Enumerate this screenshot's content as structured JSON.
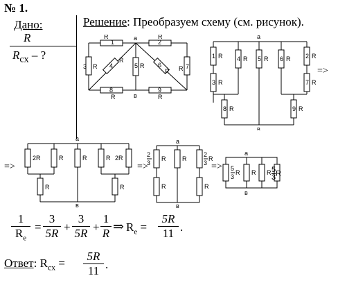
{
  "problem": {
    "number": "№ 1.",
    "given_label": "Дано:",
    "given_value": "R",
    "find_r": "R",
    "find_sub": "сх",
    "find_rest": " – ?"
  },
  "solution": {
    "label": "Решение",
    "text": ": Преобразуем схему (см. рисунок)."
  },
  "diagram": {
    "node_a": "a",
    "node_b": "в",
    "R": "R",
    "two_r": "2R",
    "resistor_numbers": [
      "1",
      "2",
      "3",
      "4",
      "5",
      "6",
      "7",
      "8",
      "9"
    ],
    "arrow": "=>",
    "frac_two": "2",
    "frac_three": "3",
    "frac_five": "5"
  },
  "equation": {
    "lhs_num": "1",
    "lhs_den": "R",
    "lhs_den_sub": "e",
    "t1_num": "3",
    "t1_den": "5R",
    "t2_num": "3",
    "t2_den": "5R",
    "t3_num": "1",
    "t3_den": "R",
    "implies": "⇒",
    "re": "R",
    "re_sub": "e",
    "res_num": "5R",
    "res_den": "11",
    "eq": "=",
    "plus": "+",
    "period": "."
  },
  "answer": {
    "label": "Ответ",
    "colon": ":",
    "r": "R",
    "sub": "сх",
    "eq": "=",
    "num": "5R",
    "den": "11",
    "period": "."
  }
}
